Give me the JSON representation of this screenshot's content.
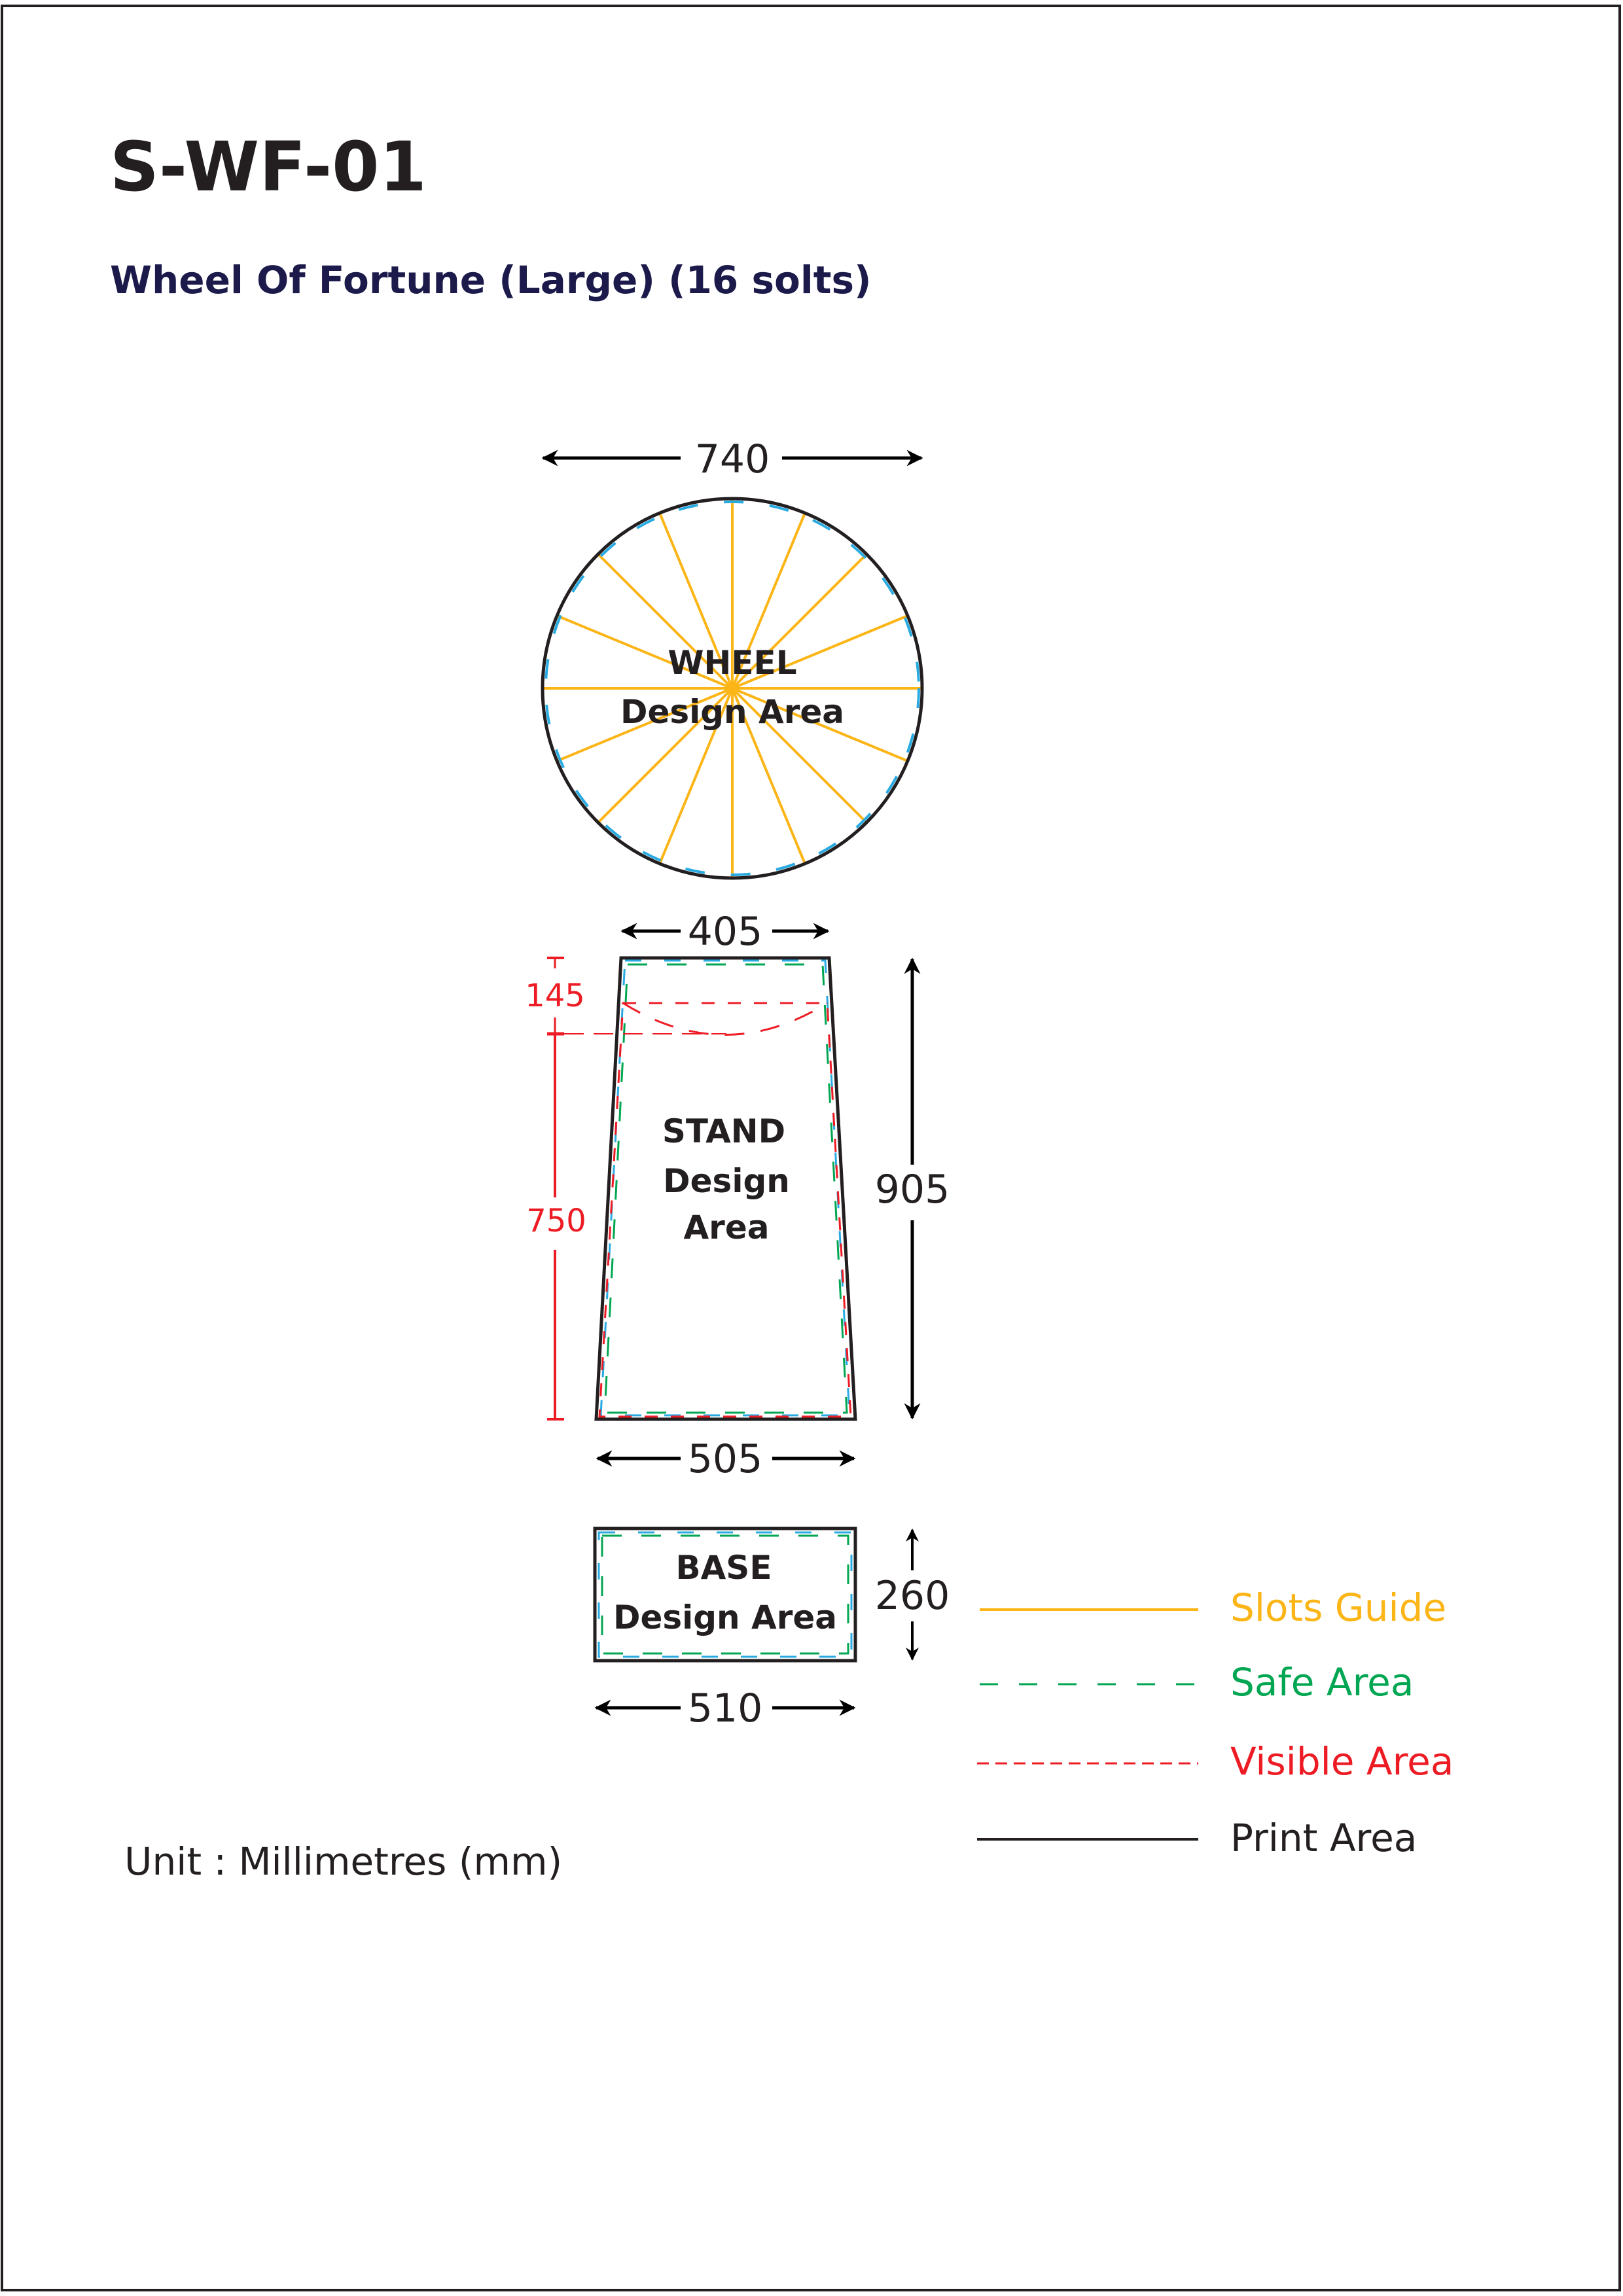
{
  "header": {
    "code": "S-WF-01",
    "subtitle": "Wheel Of Fortune (Large) (16 solts)"
  },
  "wheel": {
    "width_label": "740",
    "label_line1": "WHEEL",
    "label_line2": "Design Area",
    "slot_count": 16
  },
  "stand": {
    "top_width_label": "405",
    "bottom_width_label": "505",
    "height_label": "905",
    "hidden_top_label": "145",
    "visible_height_label": "750",
    "label_line1": "STAND",
    "label_line2": "Design",
    "label_line3": "Area"
  },
  "base": {
    "width_label": "510",
    "height_label": "260",
    "label_line1": "BASE",
    "label_line2": "Design Area"
  },
  "legend": [
    {
      "label": "Slots Guide",
      "color": "#fbb516",
      "style": "solid"
    },
    {
      "label": "Safe Area",
      "color": "#00a651",
      "style": "dashed"
    },
    {
      "label": "Visible Area",
      "color": "#ed1c24",
      "style": "dashed-fine"
    },
    {
      "label": "Print Area",
      "color": "#231f20",
      "style": "solid"
    }
  ],
  "footer": {
    "unit": "Unit : Millimetres (mm)"
  }
}
